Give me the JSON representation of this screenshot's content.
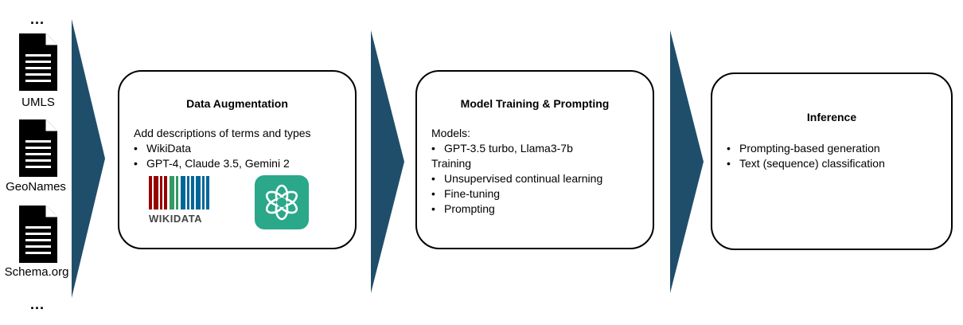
{
  "sources": {
    "top_ellipsis": "...",
    "bottom_ellipsis": "...",
    "items": [
      {
        "label": "UMLS"
      },
      {
        "label": "GeoNames"
      },
      {
        "label": "Schema.org"
      }
    ]
  },
  "stages": {
    "augmentation": {
      "title": "Data Augmentation",
      "intro": "Add descriptions of terms and types",
      "bullets": [
        "WikiData",
        "GPT-4, Claude 3.5, Gemini 2"
      ],
      "logo_wikidata_text": "WIKIDATA"
    },
    "training": {
      "title": "Model Training & Prompting",
      "models_heading": "Models:",
      "models": [
        "GPT-3.5 turbo, Llama3-7b"
      ],
      "training_heading": "Training",
      "training_items": [
        "Unsupervised continual learning",
        "Fine-tuning",
        "Prompting"
      ]
    },
    "inference": {
      "title": "Inference",
      "bullets": [
        "Prompting-based generation",
        "Text (sequence) classification"
      ]
    }
  },
  "colors": {
    "arrow": "#1f4e6b",
    "openai_logo_bg": "#2aa889",
    "wikidata_red": "#990000",
    "wikidata_green": "#339966",
    "wikidata_blue": "#006699"
  },
  "icons": [
    "document-icon",
    "wikidata-logo",
    "openai-logo"
  ]
}
